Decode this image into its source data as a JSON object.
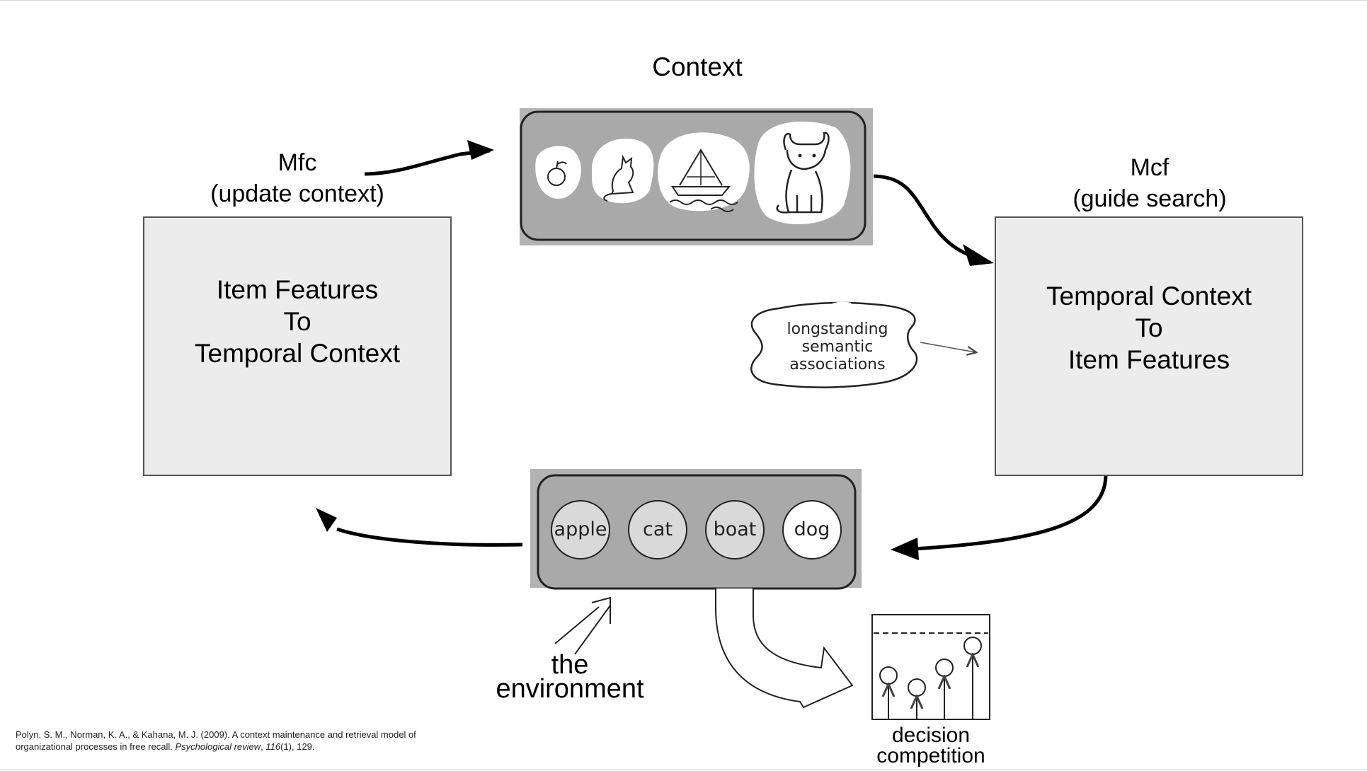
{
  "labels": {
    "context": "Context",
    "mfc_title": "Mfc",
    "mfc_sub": "(update context)",
    "mcf_title": "Mcf",
    "mcf_sub": "(guide search)"
  },
  "left_box": {
    "line1": "Item Features",
    "line2": "To",
    "line3": "Temporal Context"
  },
  "right_box": {
    "line1": "Temporal Context",
    "line2": "To",
    "line3": "Item Features"
  },
  "semantic_cloud": {
    "line1": "longstanding",
    "line2": "semantic",
    "line3": "associations"
  },
  "context_icons": [
    "apple-icon",
    "cat-icon",
    "boat-icon",
    "dog-icon"
  ],
  "items": [
    "apple",
    "cat",
    "boat",
    "dog"
  ],
  "environment": {
    "line1": "the",
    "line2": "environment"
  },
  "decision": {
    "line1": "decision",
    "line2": "competition"
  },
  "citation": {
    "text": "Polyn, S. M., Norman, K. A., & Kahana, M. J. (2009). A context maintenance and retrieval model of organizational processes in free recall.",
    "journal": "Psychological review",
    "volume": "116",
    "issue_pages": "(1), 129."
  },
  "colors": {
    "box_fill": "#ececec",
    "panel_fill": "#b3b3b3",
    "inner_panel_fill": "#a9a9a9",
    "item_fill": "#d9d9d9",
    "line": "#000000"
  }
}
